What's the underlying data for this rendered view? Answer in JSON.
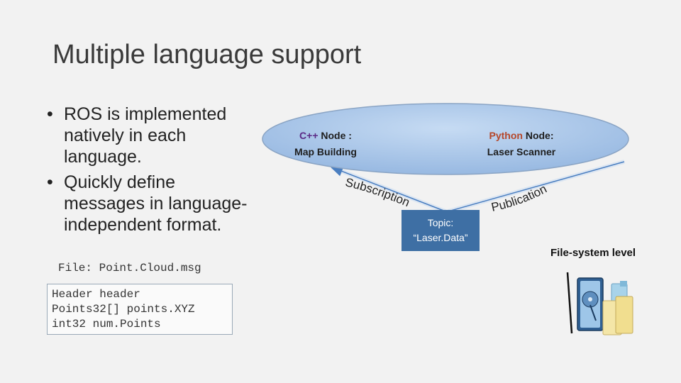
{
  "slide": {
    "title": "Multiple language support",
    "bullets": [
      "ROS is implemented natively in each language.",
      "Quickly define messages in language-independent format."
    ],
    "file_label": "File: Point.Cloud.msg",
    "code_lines": [
      "Header header",
      "Points32[] points.XYZ",
      "int32 num.Points"
    ]
  },
  "diagram": {
    "cpp_node": {
      "lang": "C++",
      "suffix": " Node :",
      "line2": "Map Building"
    },
    "python_node": {
      "lang": "Python",
      "suffix": " Node:",
      "line2": "Laser Scanner"
    },
    "subscription_label": "Subscription",
    "publication_label": "Publication",
    "topic_line1": "Topic:",
    "topic_line2": "“Laser.Data”",
    "fs_label": "File-system level"
  },
  "colors": {
    "ellipse_fill": "#a9c6ea",
    "ellipse_stroke": "#8aa4c4",
    "topic_fill": "#3e6fa4",
    "cpp": "#5b2a86",
    "python": "#b5472a"
  },
  "icons": [
    "hard-disk-icon",
    "folder-icon"
  ]
}
